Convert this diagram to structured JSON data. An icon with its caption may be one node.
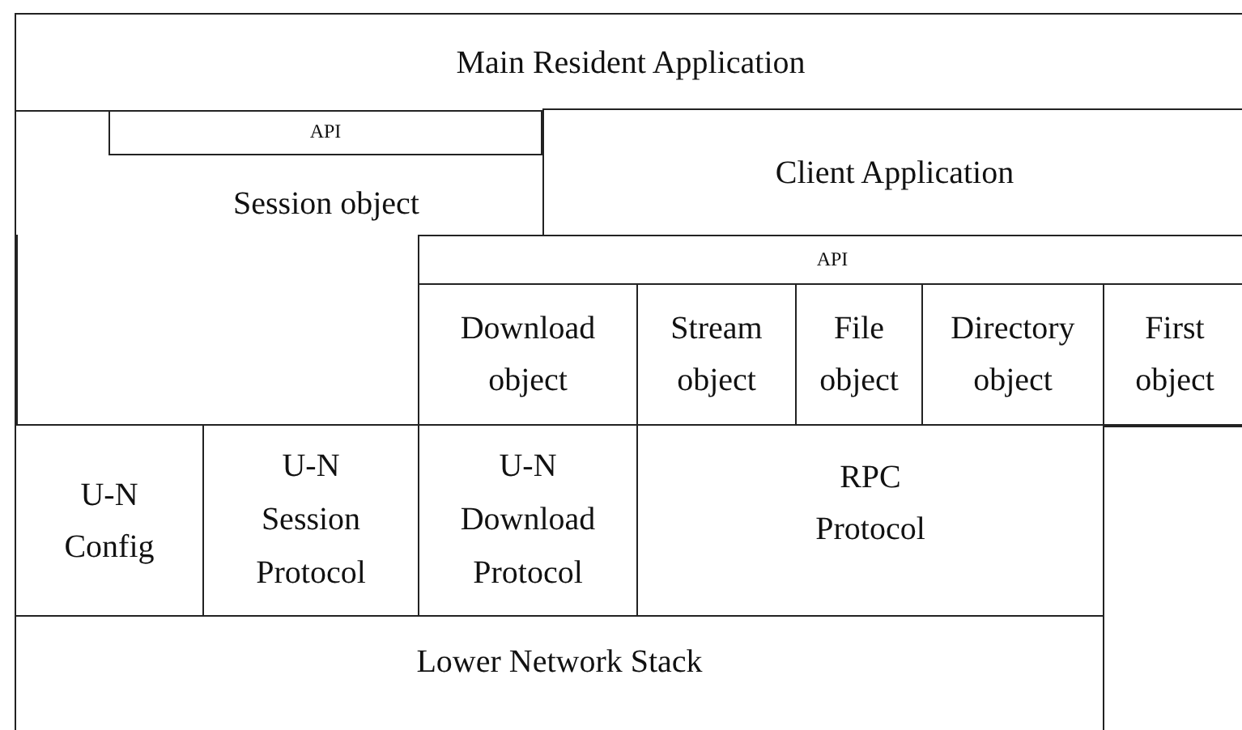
{
  "diagram": {
    "nodes": [
      {
        "text": [
          "Main Resident Application"
        ]
      },
      {
        "text": [
          "Session object"
        ]
      },
      {
        "text": [
          "API"
        ],
        "in": 1
      },
      {
        "text": [
          "Client Application"
        ]
      },
      {
        "text": [
          "API"
        ]
      },
      {
        "text": [
          "Download object"
        ]
      },
      {
        "text": [
          "Stream object"
        ]
      },
      {
        "text": [
          "File object"
        ]
      },
      {
        "text": [
          "Directory object"
        ]
      },
      {
        "text": [
          "First object"
        ]
      },
      {
        "text": [
          "U-N Config"
        ]
      },
      {
        "text": [
          "U-N Session Protocol"
        ]
      },
      {
        "text": [
          "U-N Download Protocol"
        ]
      },
      {
        "text": [
          "RPC Protocol"
        ]
      },
      {
        "text": [
          "Lower Network Stack"
        ]
      }
    ]
  }
}
